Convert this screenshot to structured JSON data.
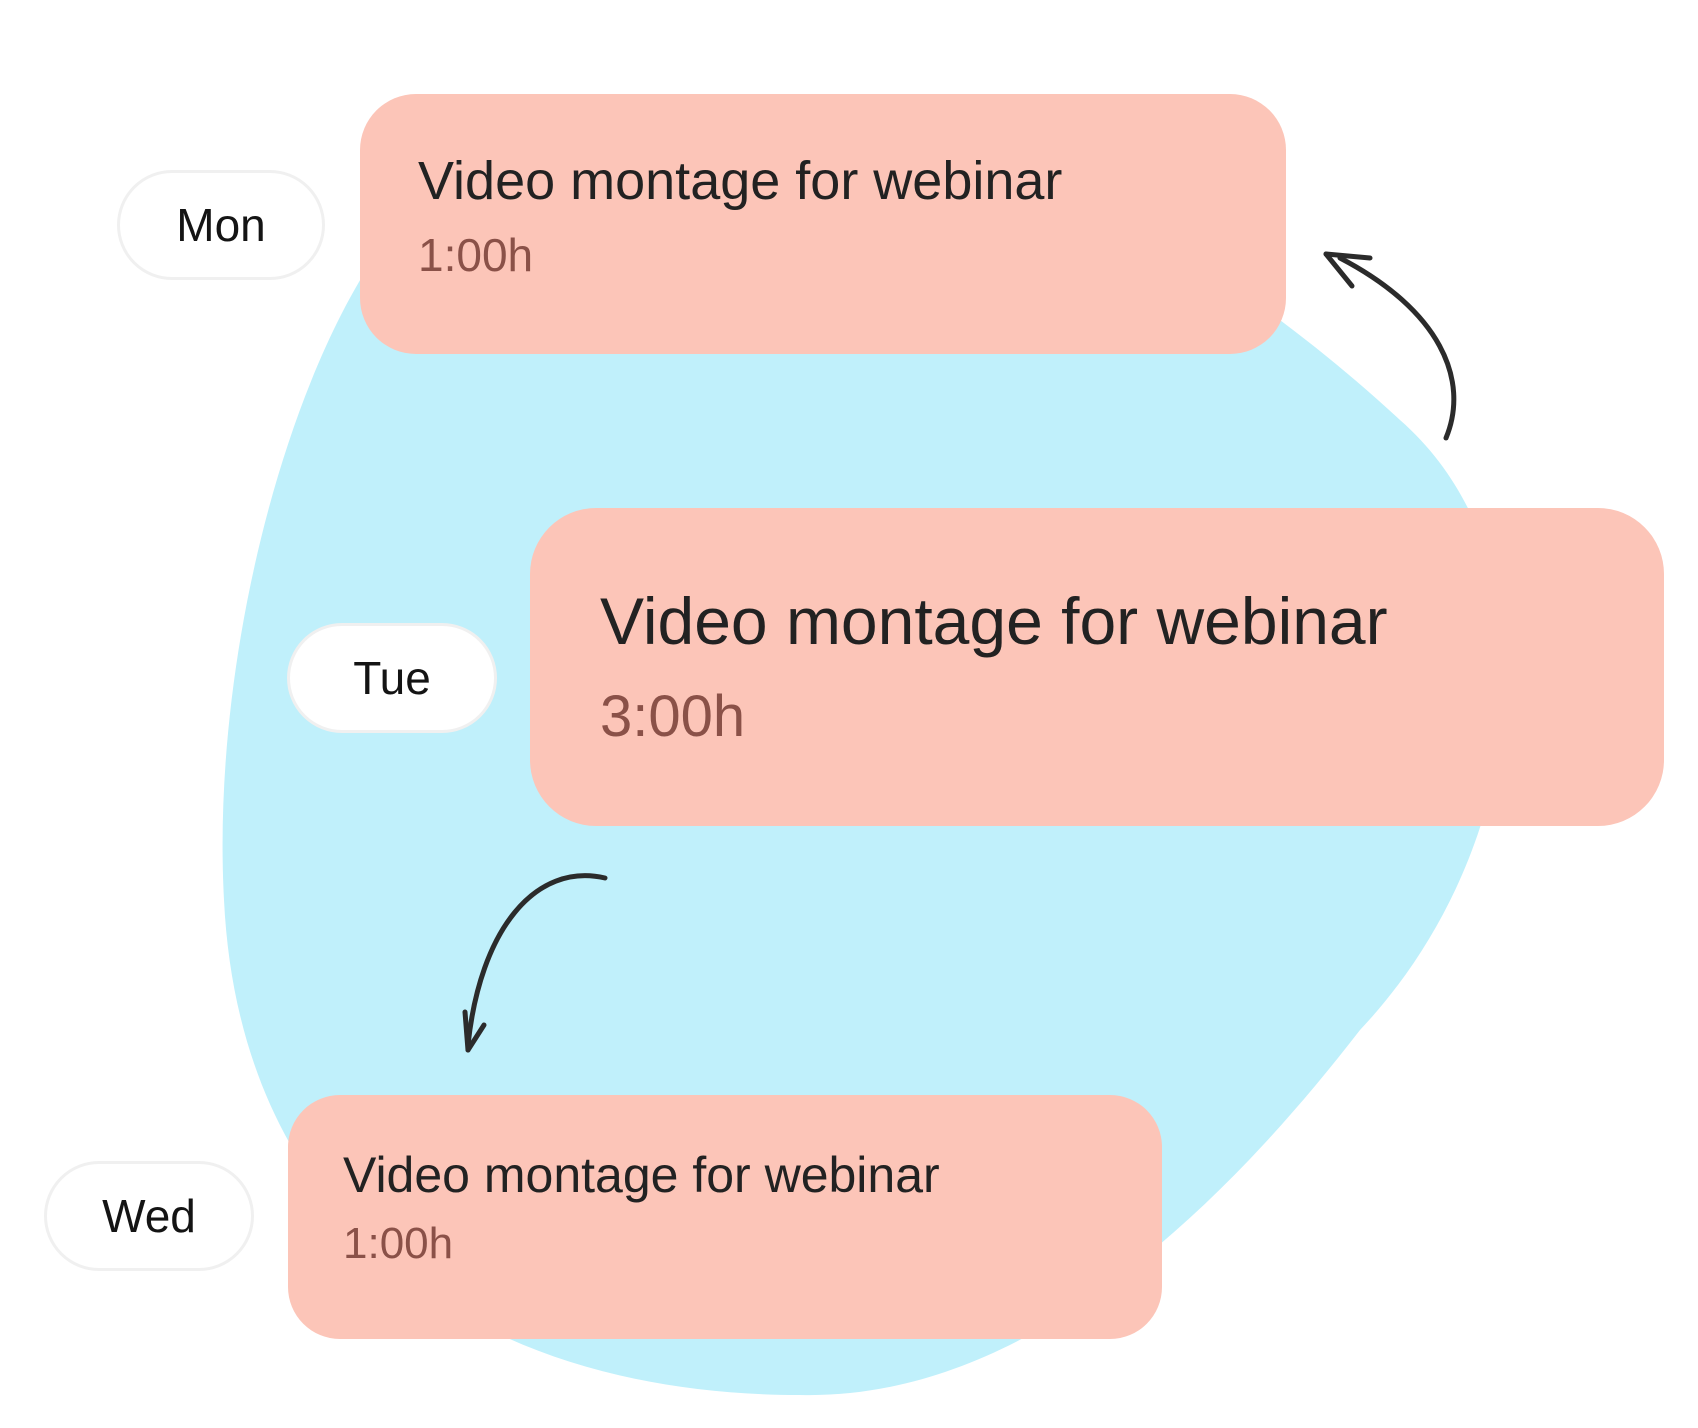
{
  "colors": {
    "blob": "#c0f0fb",
    "card": "#fcc5b8",
    "pill_background": "#ffffff",
    "pill_border": "#f0f0f0",
    "title_text": "#222222",
    "duration_text": "#8a5148",
    "arrow": "#2b2b2b"
  },
  "days": [
    {
      "label": "Mon",
      "task": {
        "title": "Video montage for webinar",
        "duration": "1:00h"
      }
    },
    {
      "label": "Tue",
      "task": {
        "title": "Video montage for webinar",
        "duration": "3:00h"
      }
    },
    {
      "label": "Wed",
      "task": {
        "title": "Video montage for webinar",
        "duration": "1:00h"
      }
    }
  ],
  "arrows": [
    {
      "icon": "curved-arrow-up-icon"
    },
    {
      "icon": "curved-arrow-down-icon"
    }
  ]
}
